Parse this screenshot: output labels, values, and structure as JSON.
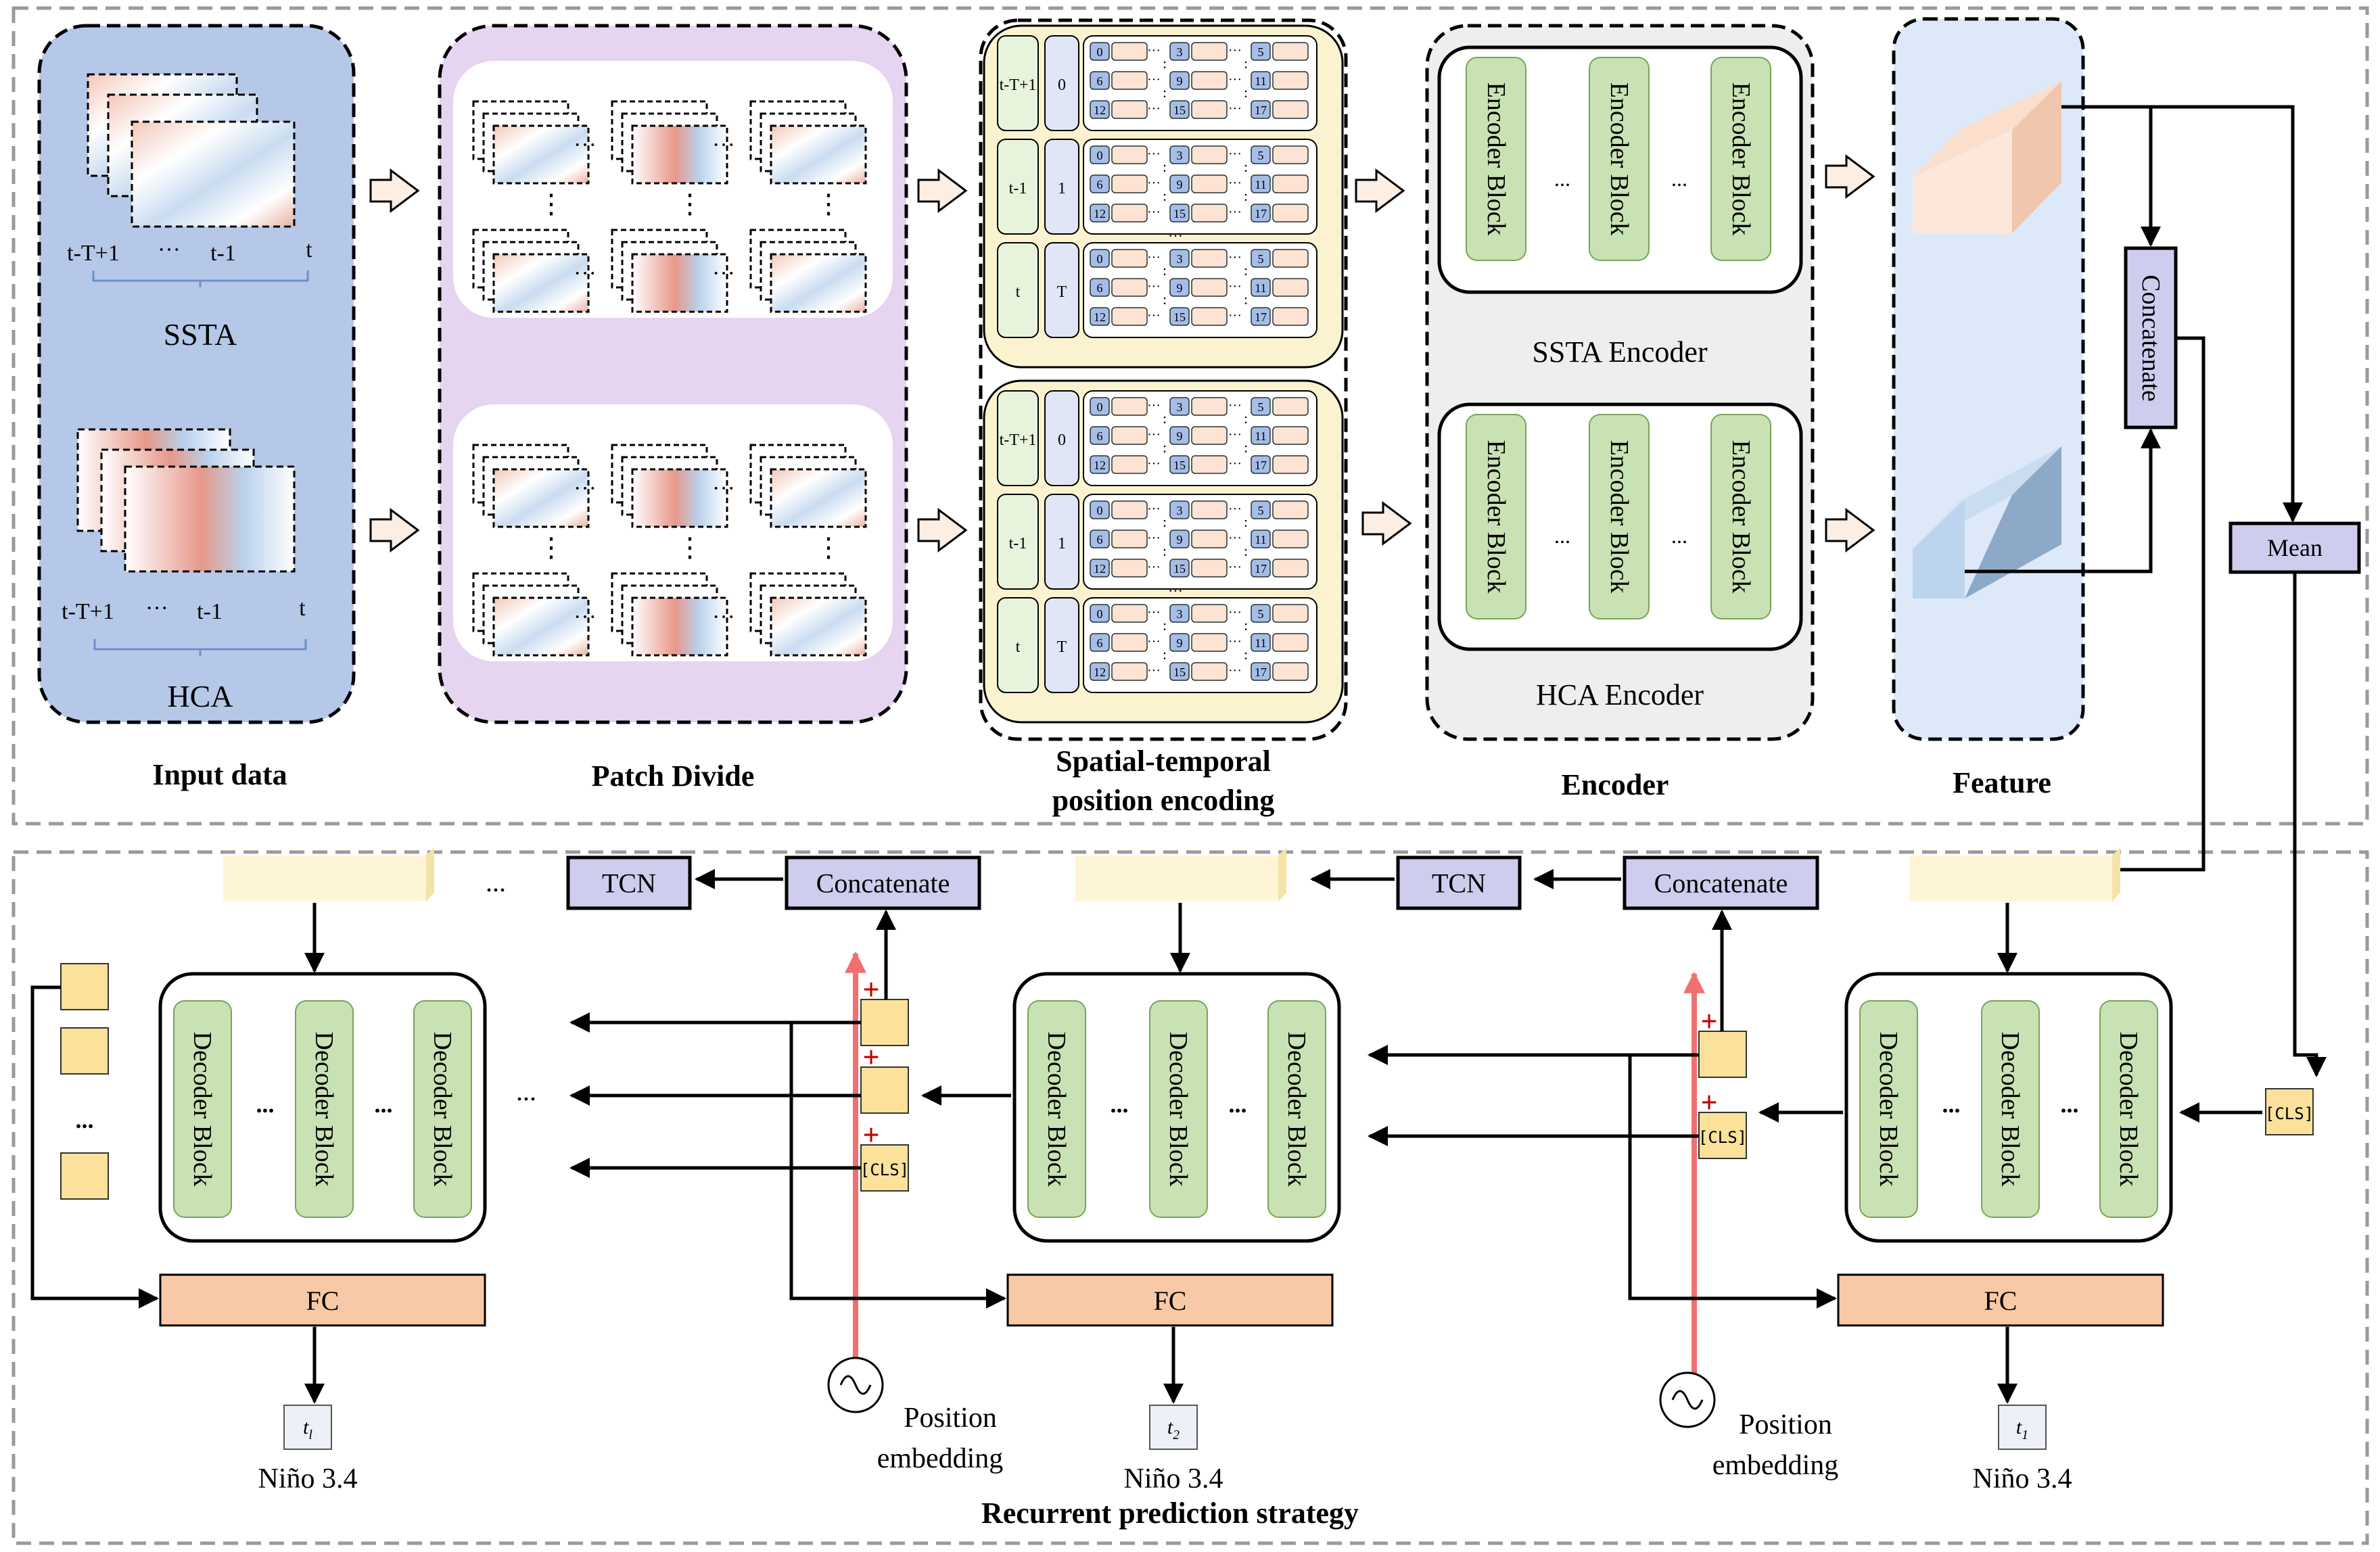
{
  "top": {
    "input": {
      "section_label": "Input data",
      "ssta": {
        "t0": "t-T+1",
        "dots": "···",
        "t1": "t-1",
        "t2": "t",
        "name": "SSTA"
      },
      "hca": {
        "t0": "t-T+1",
        "dots": "···",
        "t1": "t-1",
        "t2": "t",
        "name": "HCA"
      }
    },
    "patch": {
      "section_label": "Patch Divide"
    },
    "posenc": {
      "section_label_1": "Spatial-temporal",
      "section_label_2": "position encoding",
      "rows": [
        {
          "time": "t-T+1",
          "idx": "0",
          "nums": [
            [
              "0",
              "3",
              "5"
            ],
            [
              "6",
              "9",
              "11"
            ],
            [
              "12",
              "15",
              "17"
            ]
          ]
        },
        {
          "time": "t-1",
          "idx": "1",
          "nums": [
            [
              "0",
              "3",
              "5"
            ],
            [
              "6",
              "9",
              "11"
            ],
            [
              "12",
              "15",
              "17"
            ]
          ]
        },
        {
          "time": "t",
          "idx": "T",
          "nums": [
            [
              "0",
              "3",
              "5"
            ],
            [
              "6",
              "9",
              "11"
            ],
            [
              "12",
              "15",
              "17"
            ]
          ]
        }
      ],
      "ellipsis": "···",
      "vdots": "⋮"
    },
    "encoder": {
      "section_label": "Encoder",
      "block_label": "Encoder Block",
      "dots": "...",
      "ssta_name": "SSTA Encoder",
      "hca_name": "HCA Encoder"
    },
    "feature": {
      "section_label": "Feature"
    },
    "concat_label": "Concatenate",
    "mean_label": "Mean"
  },
  "bottom": {
    "section_label": "Recurrent prediction strategy",
    "block_label": "Decoder Block",
    "dots": "...",
    "fc_label": "FC",
    "tcn_label": "TCN",
    "concat_label": "Concatenate",
    "cls_label": "[CLS]",
    "pos_line1": "Position",
    "pos_line2": "embedding",
    "plus": "+",
    "nino": "Niño 3.4",
    "outputs": [
      {
        "sym": "t",
        "sub": "1"
      },
      {
        "sym": "t",
        "sub": "2"
      },
      {
        "sym": "t",
        "sub": "l"
      }
    ]
  },
  "colors": {
    "input_bg": "#b6c8e8",
    "patch_bg": "#e6d4f0",
    "posenc_bg": "#fbf3cf",
    "encoder_bg": "#eeeeee",
    "feature_bg": "#dde9f8",
    "block_green": "#c8e2b4",
    "fc_orange": "#f8c9a6",
    "token_yellow": "#fbe19a",
    "label_purple": "#cfcdee",
    "red_arrow": "#f07070"
  }
}
